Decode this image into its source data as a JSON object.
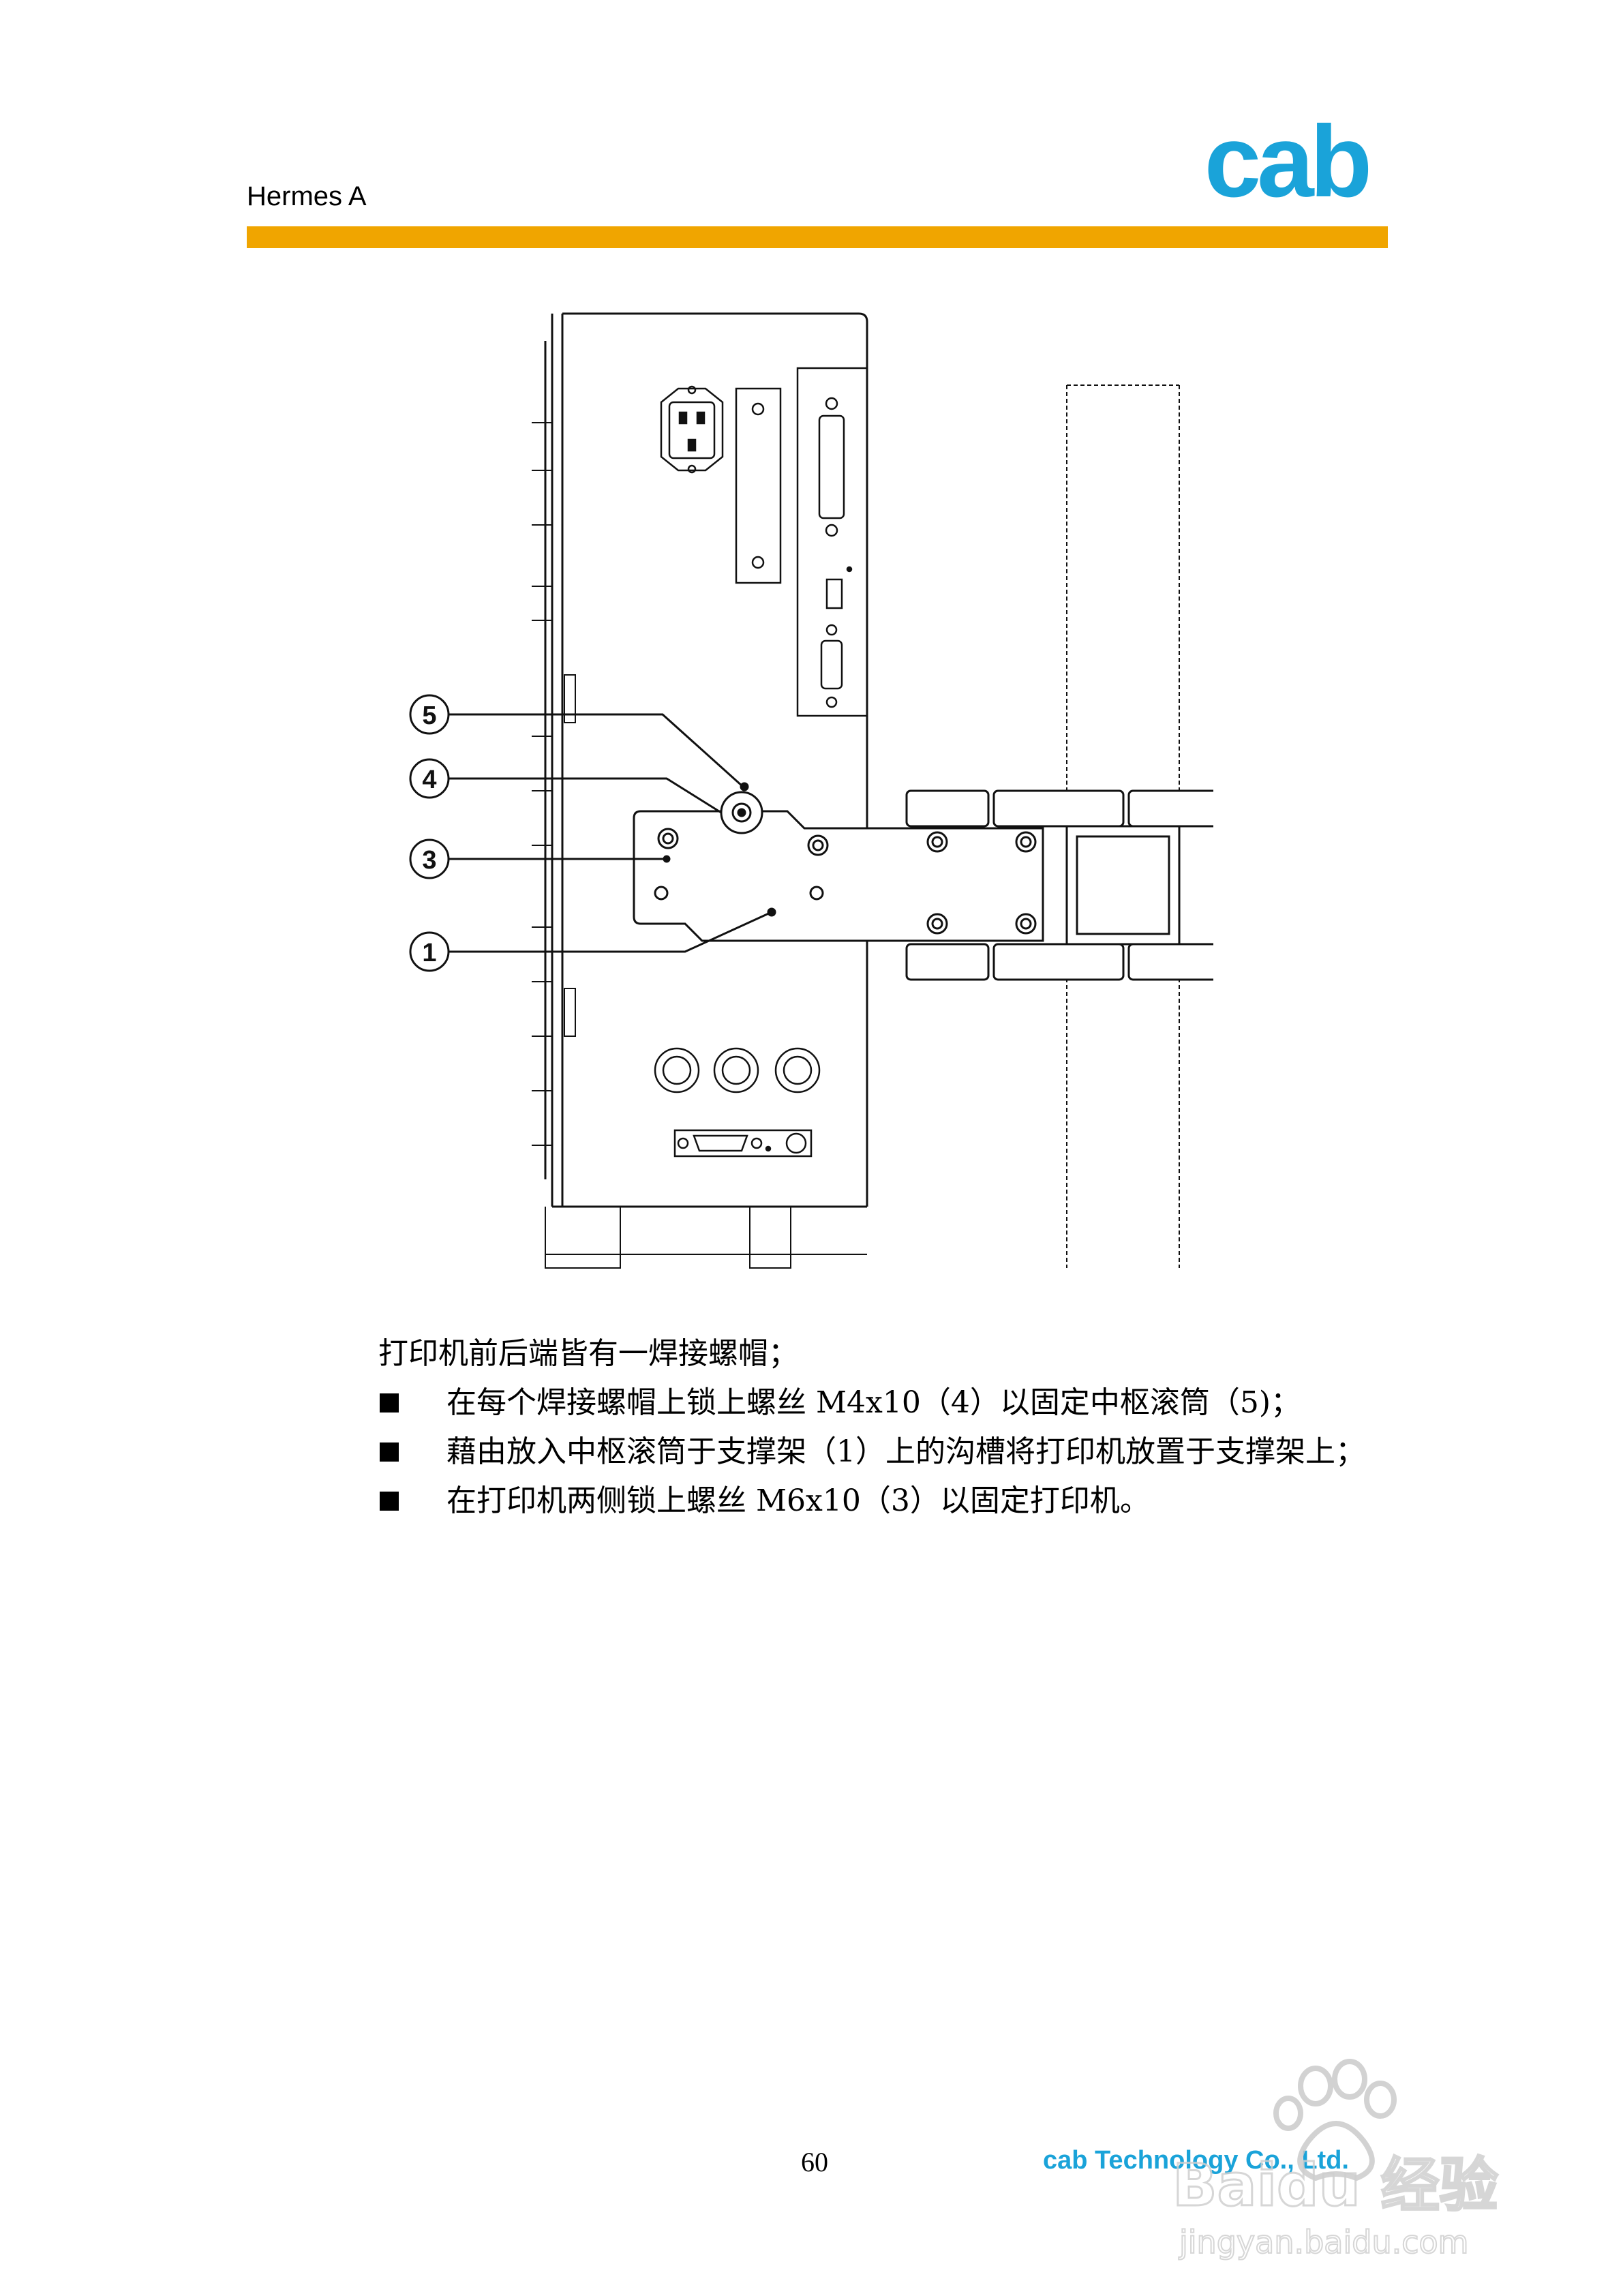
{
  "header": {
    "title": "Hermes A",
    "logo_text": "cab",
    "accent_color": "#f0a500",
    "logo_color": "#1aa3d9"
  },
  "figure": {
    "callouts": [
      "5",
      "4",
      "3",
      "1"
    ]
  },
  "body": {
    "intro": "打印机前后端皆有一焊接螺帽；",
    "bullets": [
      "在每个焊接螺帽上锁上螺丝 M4x10（4）以固定中枢滚筒（5)；",
      "藉由放入中枢滚筒于支撑架（1）上的沟槽将打印机放置于支撑架上；",
      "在打印机两侧锁上螺丝 M6x10（3）以固定打印机。"
    ]
  },
  "footer": {
    "page_number": "60",
    "company": "cab  Technology  Co., Ltd."
  },
  "watermark": {
    "brand": "Baidu 经验",
    "url": "jingyan.baidu.com"
  }
}
